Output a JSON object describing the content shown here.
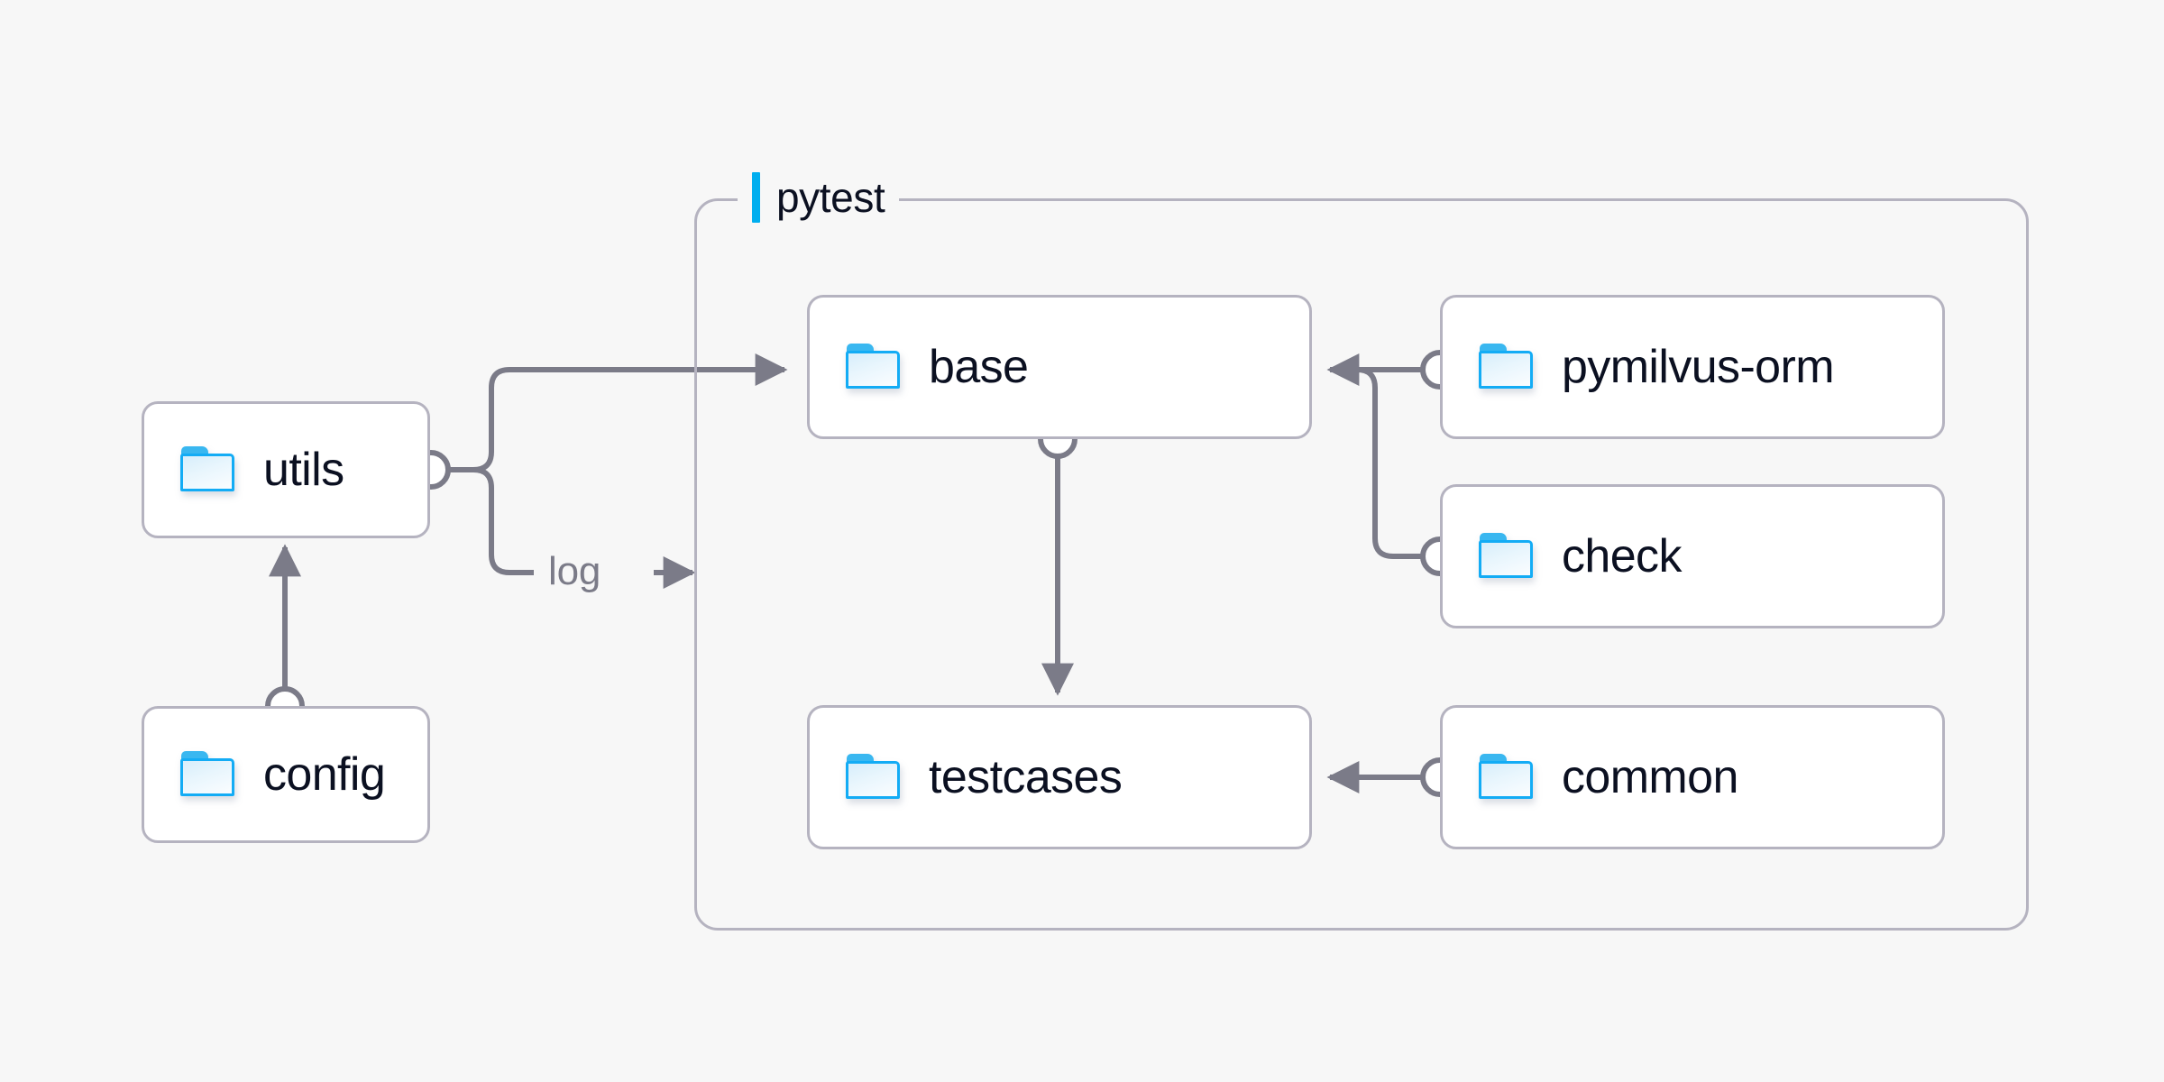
{
  "diagram": {
    "type": "architecture-dependency-diagram",
    "background_color": "#f7f7f7",
    "edge_color": "#7b7b88",
    "node_border_color": "#b5b3c0",
    "node_fill_color": "#ffffff",
    "accent_color": "#00AEEF",
    "text_color": "#0b1021"
  },
  "group": {
    "name": "pytest-group",
    "label": "pytest",
    "accent_color": "#00AEEF"
  },
  "nodes": [
    {
      "id": "utils",
      "label": "utils",
      "icon": "folder-icon"
    },
    {
      "id": "config",
      "label": "config",
      "icon": "folder-icon"
    },
    {
      "id": "base",
      "label": "base",
      "icon": "folder-icon"
    },
    {
      "id": "testcases",
      "label": "testcases",
      "icon": "folder-icon"
    },
    {
      "id": "pymilvus-orm",
      "label": "pymilvus-orm",
      "icon": "folder-icon"
    },
    {
      "id": "check",
      "label": "check",
      "icon": "folder-icon"
    },
    {
      "id": "common",
      "label": "common",
      "icon": "folder-icon"
    }
  ],
  "edges": [
    {
      "id": "config-to-utils",
      "from": "config",
      "to": "utils",
      "label": ""
    },
    {
      "id": "utils-to-base",
      "from": "utils",
      "to": "base",
      "label": ""
    },
    {
      "id": "utils-to-pytest",
      "from": "utils",
      "to": "pytest",
      "label": "log"
    },
    {
      "id": "base-to-testcases",
      "from": "base",
      "to": "testcases",
      "label": ""
    },
    {
      "id": "pymilvusorm-to-base",
      "from": "pymilvus-orm",
      "to": "base",
      "label": ""
    },
    {
      "id": "check-to-base",
      "from": "check",
      "to": "base",
      "label": ""
    },
    {
      "id": "common-to-testcases",
      "from": "common",
      "to": "testcases",
      "label": ""
    }
  ],
  "labels": {
    "log": "log"
  }
}
